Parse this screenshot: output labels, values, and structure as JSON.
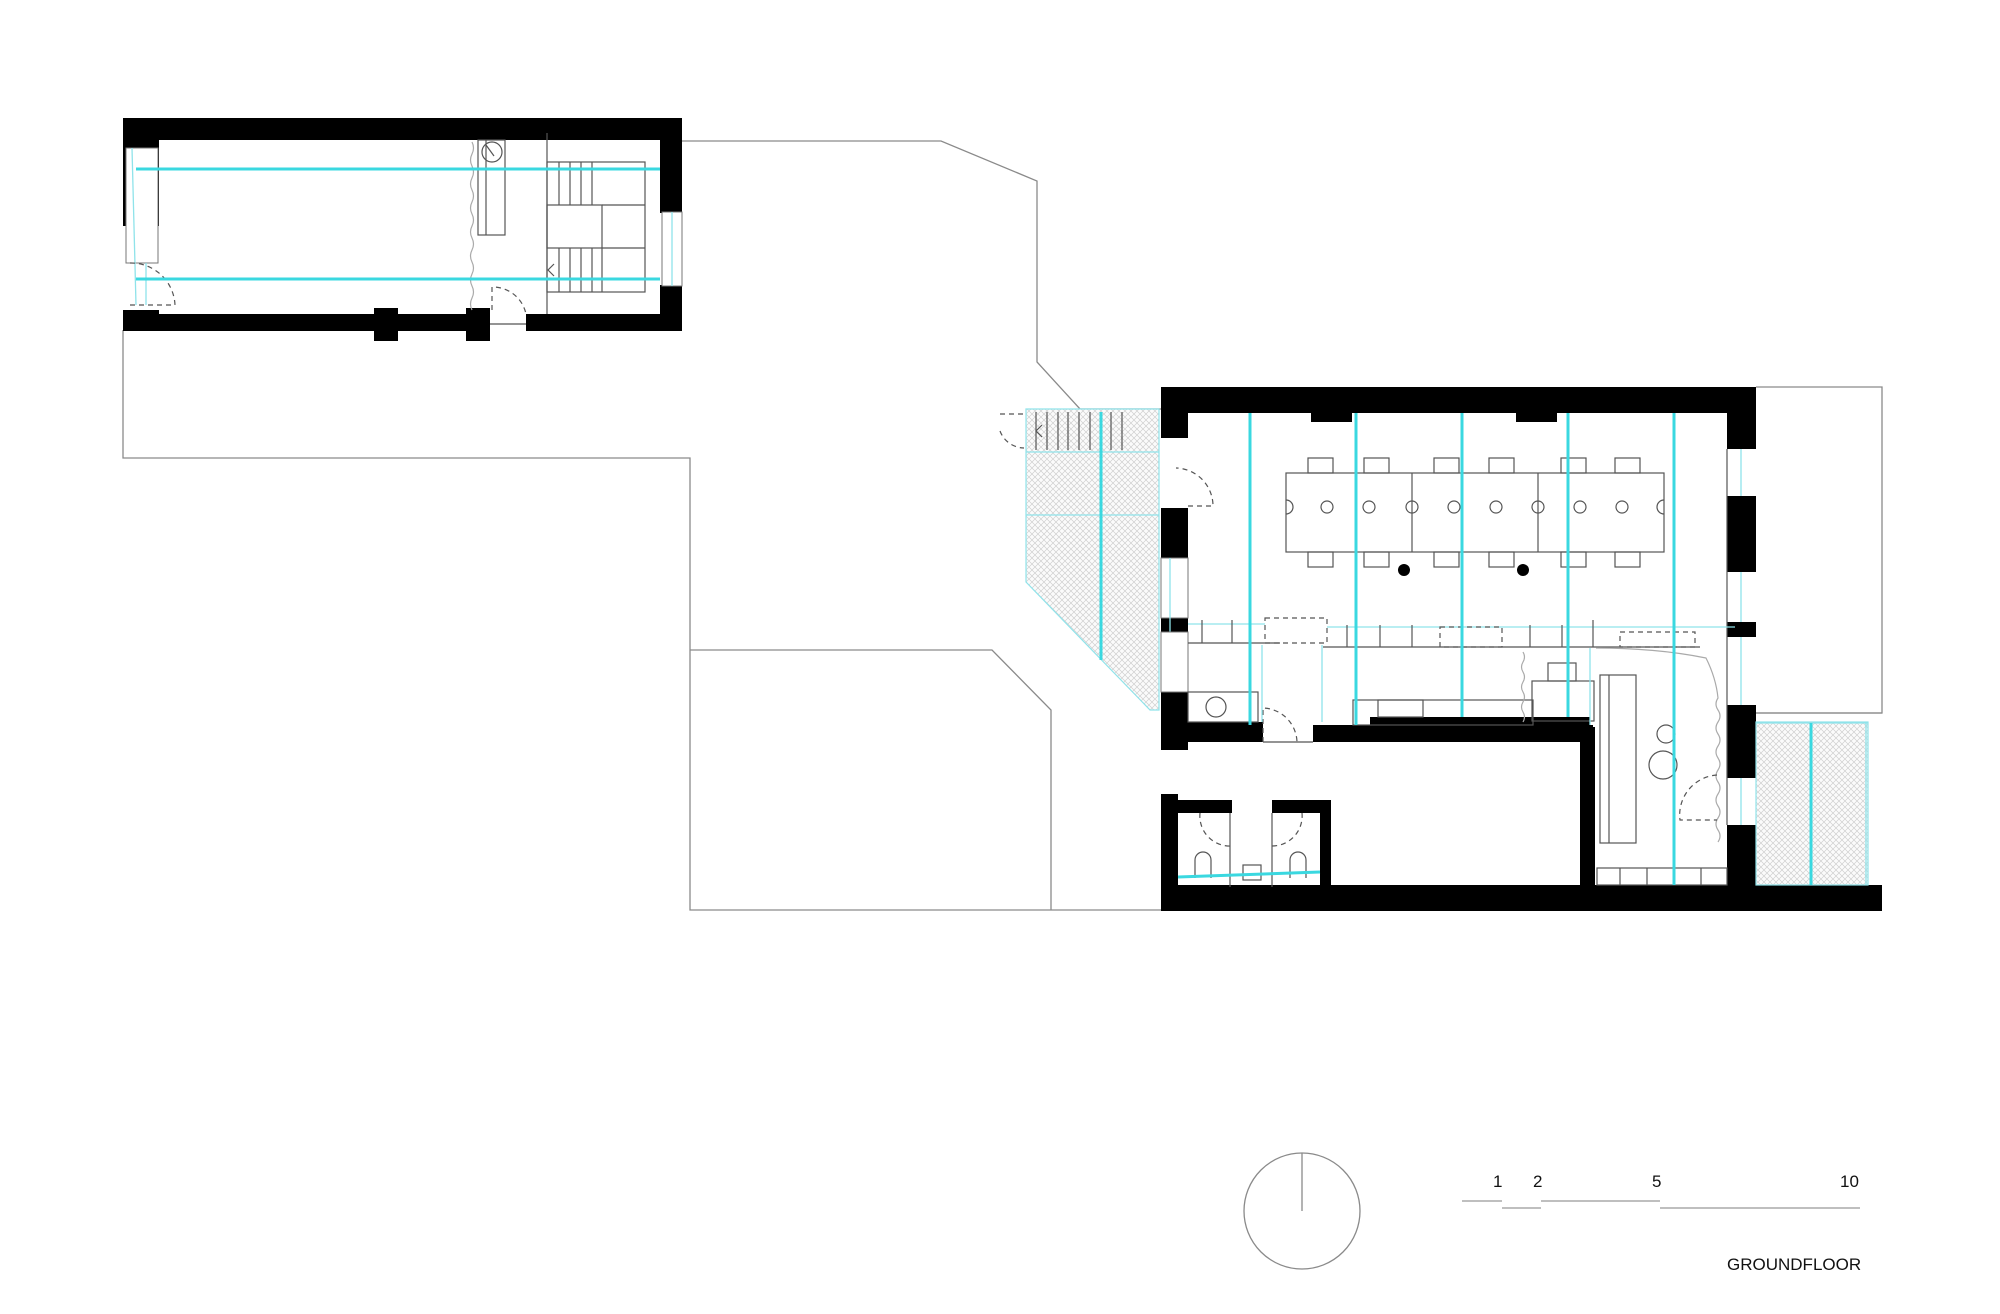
{
  "drawing": {
    "title": "GROUNDFLOOR",
    "type": "architectural floor plan",
    "accent_color": "#3ad8e0",
    "wall_color": "#000000",
    "line_color": "#8a8a8a"
  },
  "scale_bar": {
    "ticks": [
      "1",
      "2",
      "5",
      "10"
    ]
  },
  "north_arrow": {
    "icon": "north-arrow-icon"
  },
  "buildings": [
    {
      "name": "left-building",
      "features": [
        "staircase",
        "sink",
        "two doors",
        "two cyan beam lines"
      ]
    },
    {
      "name": "right-building",
      "features": [
        "long table with 12 chairs",
        "two columns",
        "shelving wall",
        "kitchen counter",
        "terrace",
        "toilet block"
      ]
    }
  ]
}
